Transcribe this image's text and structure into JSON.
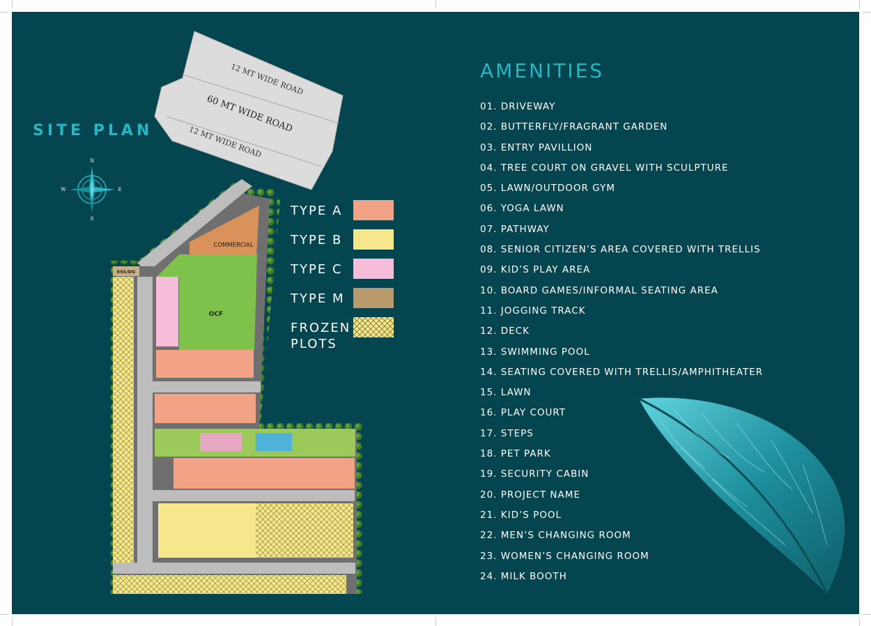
{
  "site_plan": {
    "title": "SITE PLAN",
    "compass": {
      "n": "N",
      "s": "S",
      "e": "E",
      "w": "W"
    },
    "roads": [
      "12 MT WIDE ROAD",
      "60 MT WIDE ROAD",
      "12 MT WIDE ROAD"
    ],
    "zones": {
      "commercial": "COMMERCIAL",
      "ocf": "OCF",
      "ess_dg": "ESS/DG"
    }
  },
  "legend": [
    {
      "label": "TYPE A",
      "color": "#f2a285",
      "pattern": "solid"
    },
    {
      "label": "TYPE B",
      "color": "#f6e68c",
      "pattern": "solid"
    },
    {
      "label": "TYPE C",
      "color": "#f4bcd6",
      "pattern": "solid"
    },
    {
      "label": "TYPE M",
      "color": "#b89a6d",
      "pattern": "solid"
    },
    {
      "label": "FROZEN\nPLOTS",
      "color": "#f6e68c",
      "pattern": "crosshatch"
    }
  ],
  "amenities": {
    "title": "AMENITIES",
    "items": [
      "01. DRIVEWAY",
      "02. BUTTERFLY/FRAGRANT GARDEN",
      "03. ENTRY PAVILLION",
      "04. TREE COURT ON GRAVEL WITH SCULPTURE",
      "05. LAWN/OUTDOOR GYM",
      "06. YOGA LAWN",
      "07. PATHWAY",
      "08. SENIOR CITIZEN’S AREA COVERED WITH TRELLIS",
      "09. KID’S PLAY AREA",
      "10. BOARD GAMES/INFORMAL SEATING AREA",
      "11. JOGGING TRACK",
      "12. DECK",
      "13. SWIMMING POOL",
      "14. SEATING COVERED WITH TRELLIS/AMPHITHEATER",
      "15. LAWN",
      "16. PLAY COURT",
      "17. STEPS",
      "18. PET PARK",
      "19. SECURITY CABIN",
      "20. PROJECT NAME",
      "21. KID’S POOL",
      "22. MEN’S CHANGING ROOM",
      "23. WOMEN’S CHANGING ROOM",
      "24. MILK BOOTH"
    ]
  },
  "colors": {
    "background": "#05454f",
    "accent": "#27b5c4"
  }
}
